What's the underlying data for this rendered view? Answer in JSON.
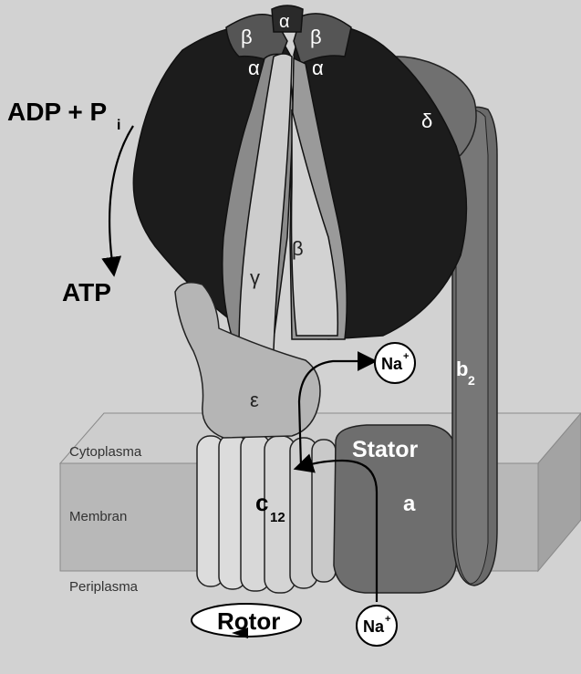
{
  "labels": {
    "adp": "ADP + P",
    "adp_sub": "i",
    "atp": "ATP",
    "alpha": "α",
    "beta": "β",
    "gamma": "γ",
    "delta": "δ",
    "epsilon": "ε",
    "b": "b",
    "b_sub": "2",
    "c": "c",
    "c_sub": "12",
    "stator": "Stator",
    "a": "a",
    "rotor": "Rotor",
    "na": "Na",
    "na_sup": "+",
    "cytoplasma": "Cytoplasma",
    "membran": "Membran",
    "periplasma": "Periplasma"
  },
  "colors": {
    "background": "#d2d2d2",
    "dark_subunit": "#1c1c1c",
    "mid_subunit": "#6b6b6b",
    "light_subunit": "#c9c9c9",
    "membrane_front": "#b9b9b9",
    "membrane_top": "#cfcfcf",
    "membrane_side": "#a4a4a4"
  }
}
